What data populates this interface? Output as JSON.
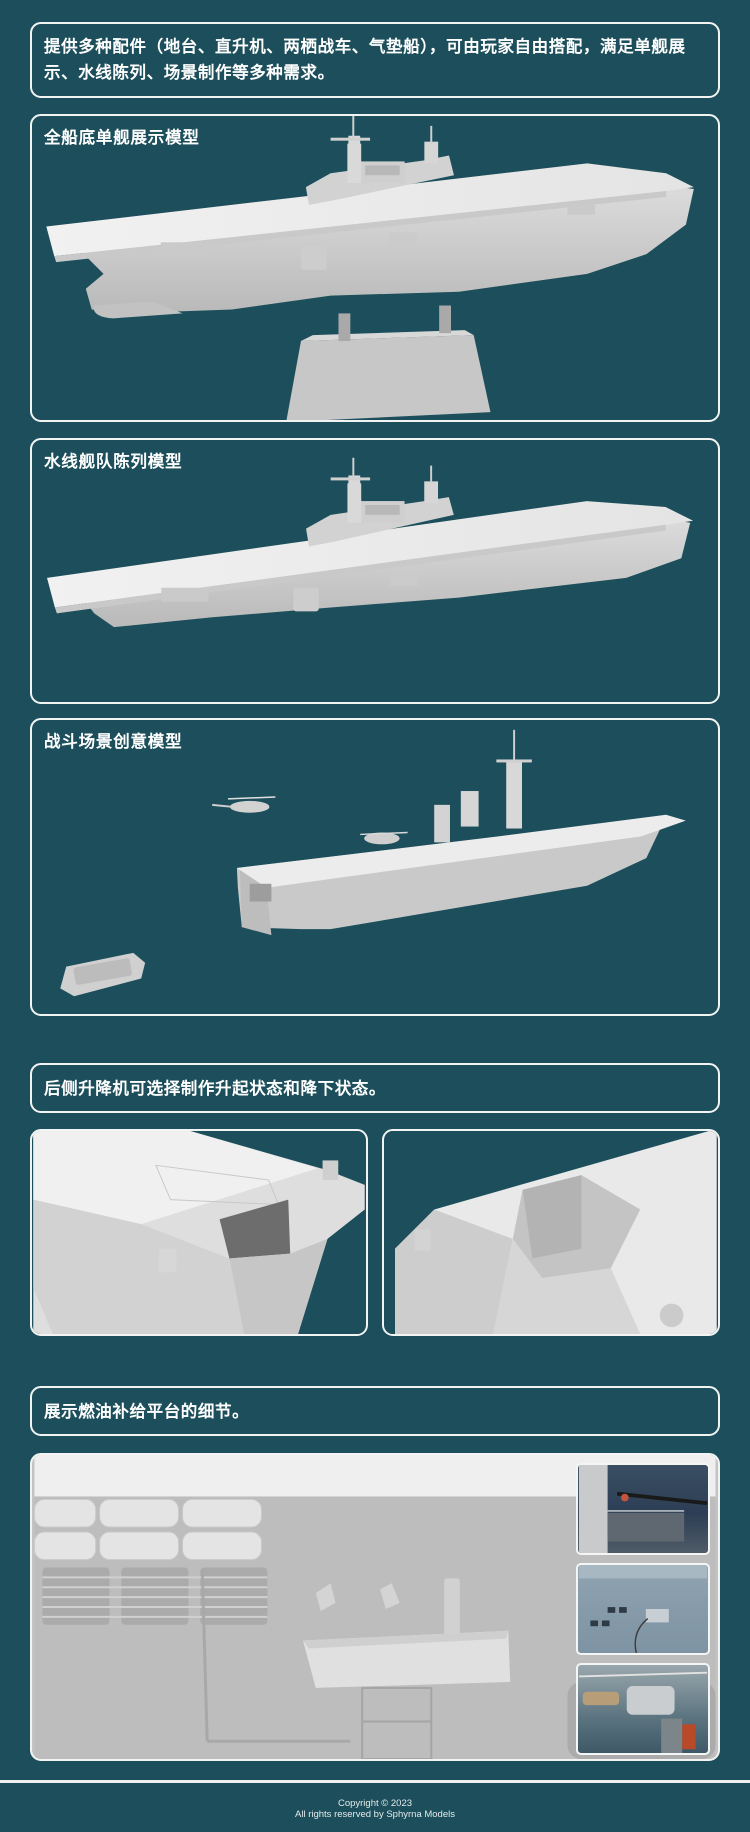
{
  "intro": {
    "text": "提供多种配件（地台、直升机、两栖战车、气垫船），可由玩家自由搭配，满足单舰展示、水线陈列、场景制作等多种需求。"
  },
  "panels": [
    {
      "title": "全船底单舰展示模型",
      "image": "full-hull-ship-on-stand"
    },
    {
      "title": "水线舰队陈列模型",
      "image": "waterline-ship"
    },
    {
      "title": "战斗场景创意模型",
      "image": "battle-scene-ship-helicopters-hovercraft"
    }
  ],
  "elevator": {
    "caption": "后侧升降机可选择制作升起状态和降下状态。",
    "images": [
      {
        "label": "elevator-raised"
      },
      {
        "label": "elevator-lowered"
      }
    ]
  },
  "refuel": {
    "caption": "展示燃油补给平台的细节。",
    "main_image": "refueling-platform-closeup",
    "photos": [
      {
        "label": "refueling-at-sea-photo-1"
      },
      {
        "label": "refueling-platform-photo-2"
      },
      {
        "label": "refueling-probe-photo-3"
      }
    ]
  },
  "footer": {
    "line1": "Copyright © 2023",
    "line2": "All rights reserved by Sphyrna Models"
  },
  "colors": {
    "background": "#1c4f5b",
    "border": "#f2f4f4",
    "model_gray": "#d6d6d6"
  }
}
